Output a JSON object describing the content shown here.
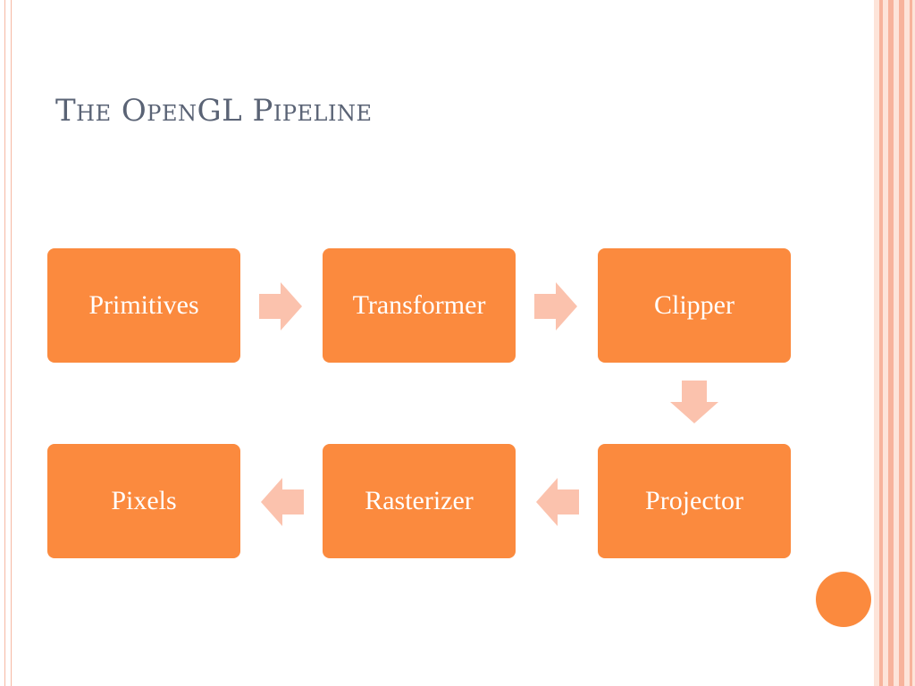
{
  "slide": {
    "title": "The OpenGL Pipeline"
  },
  "diagram": {
    "type": "flowchart",
    "nodes": [
      {
        "id": "primitives",
        "label": "Primitives"
      },
      {
        "id": "transformer",
        "label": "Transformer"
      },
      {
        "id": "clipper",
        "label": "Clipper"
      },
      {
        "id": "projector",
        "label": "Projector"
      },
      {
        "id": "rasterizer",
        "label": "Rasterizer"
      },
      {
        "id": "pixels",
        "label": "Pixels"
      }
    ],
    "edges": [
      {
        "from": "primitives",
        "to": "transformer",
        "direction": "right"
      },
      {
        "from": "transformer",
        "to": "clipper",
        "direction": "right"
      },
      {
        "from": "clipper",
        "to": "projector",
        "direction": "down"
      },
      {
        "from": "projector",
        "to": "rasterizer",
        "direction": "left"
      },
      {
        "from": "rasterizer",
        "to": "pixels",
        "direction": "left"
      }
    ]
  },
  "colors": {
    "box_fill": "#fb8a3e",
    "box_text": "#ffffff",
    "arrow_fill": "#fbc2ad",
    "title_text": "#5a6375",
    "accent_circle": "#fb8a3e",
    "border_stripe": "#f7b39c"
  }
}
